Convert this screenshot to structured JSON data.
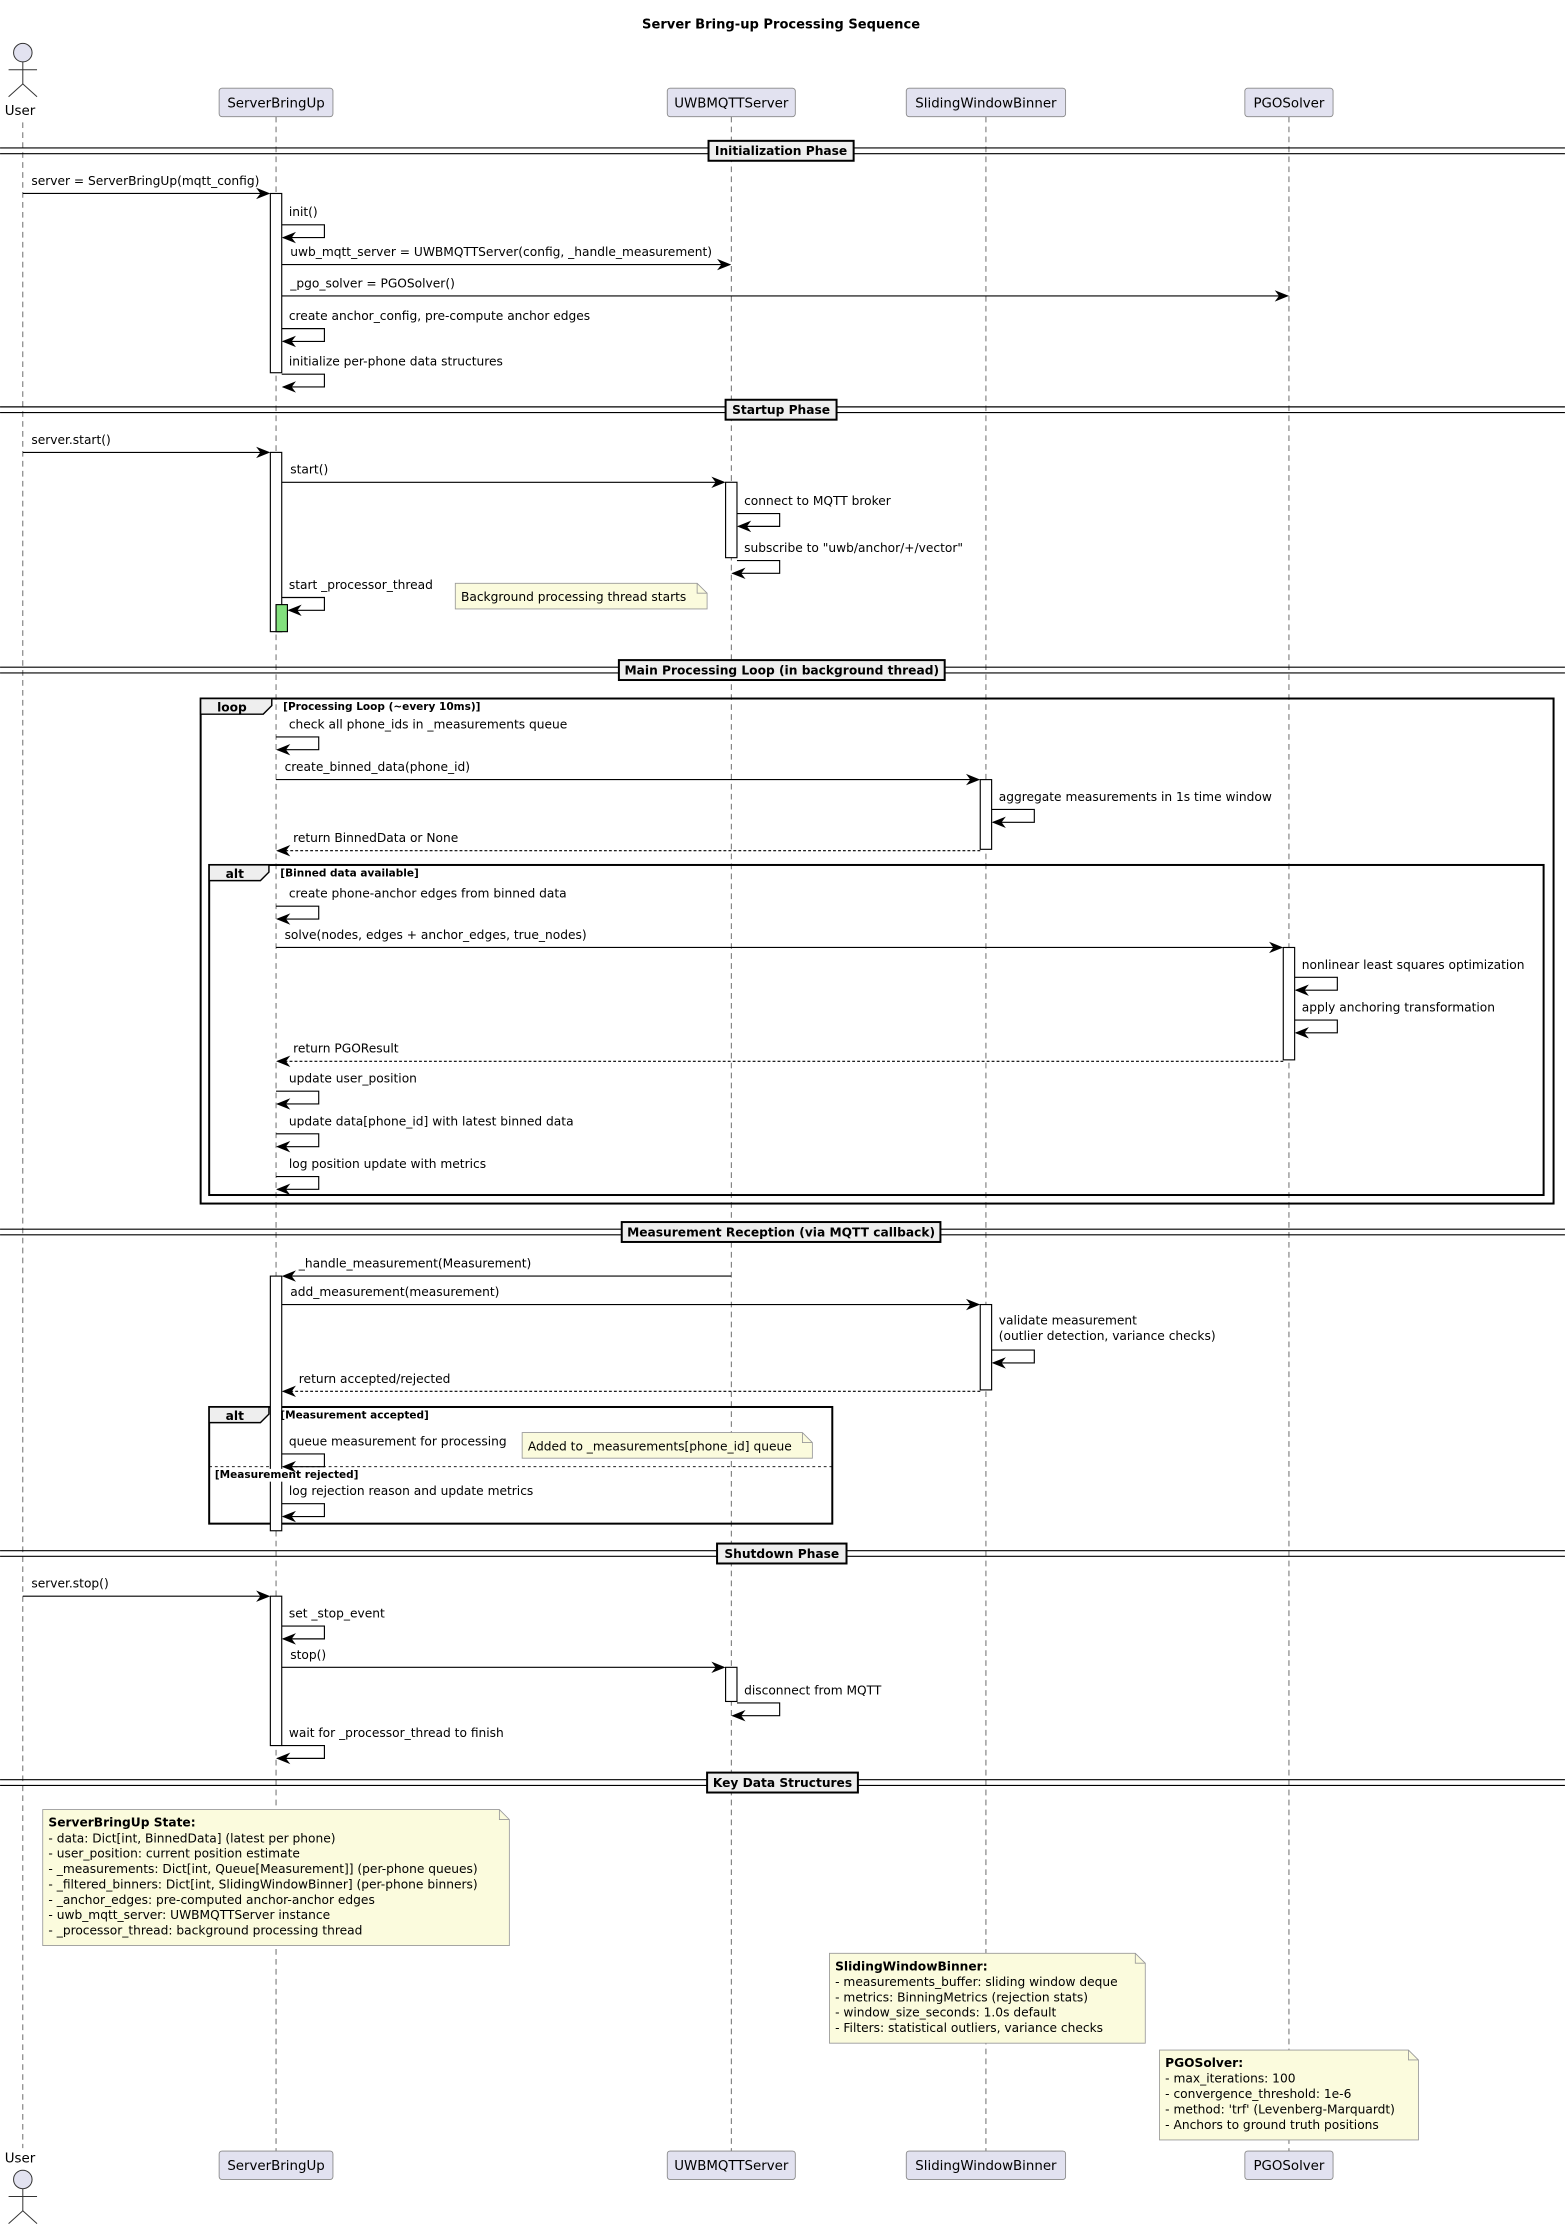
{
  "title": "Server Bring-up Processing Sequence",
  "actor": {
    "name": "User"
  },
  "participants": [
    "ServerBringUp",
    "UWBMQTTServer",
    "SlidingWindowBinner",
    "PGOSolver"
  ],
  "colors": {
    "participant_fill": "#e2e2f0",
    "note_fill": "#fbfbdd",
    "active_thread": "#82e07d",
    "divider_fill": "#eeeeee"
  },
  "dividers": [
    "Initialization Phase",
    "Startup Phase",
    "Main Processing Loop (in background thread)",
    "Measurement Reception (via MQTT callback)",
    "Shutdown Phase",
    "Key Data Structures"
  ],
  "messages": [
    "server = ServerBringUp(mqtt_config)",
    "init()",
    "uwb_mqtt_server = UWBMQTTServer(config, _handle_measurement)",
    "_pgo_solver = PGOSolver()",
    "create anchor_config, pre-compute anchor edges",
    "initialize per-phone data structures",
    "server.start()",
    "start()",
    "connect to MQTT broker",
    "subscribe to \"uwb/anchor/+/vector\"",
    "start _processor_thread",
    "check all phone_ids in _measurements queue",
    "create_binned_data(phone_id)",
    "aggregate measurements in 1s time window",
    "return BinnedData or None",
    "create phone-anchor edges from binned data",
    "solve(nodes, edges + anchor_edges, true_nodes)",
    "nonlinear least squares optimization",
    "apply anchoring transformation",
    "return PGOResult",
    "update user_position",
    "update data[phone_id] with latest binned data",
    "log position update with metrics",
    "_handle_measurement(Measurement)",
    "add_measurement(measurement)",
    "validate measurement",
    "(outlier detection, variance checks)",
    "return accepted/rejected",
    "queue measurement for processing",
    "log rejection reason and update metrics",
    "server.stop()",
    "set _stop_event",
    "stop()",
    "disconnect from MQTT",
    "wait for _processor_thread to finish"
  ],
  "frames": [
    {
      "kind": "loop",
      "condition": "[Processing Loop (~every 10ms)]"
    },
    {
      "kind": "alt",
      "condition": "[Binned data available]"
    },
    {
      "kind": "alt",
      "condition": "[Measurement accepted]",
      "else_condition": "[Measurement rejected]"
    }
  ],
  "inline_notes": [
    "Background processing thread starts",
    "Added to _measurements[phone_id] queue"
  ],
  "notes": [
    {
      "title": "ServerBringUp State:",
      "lines": [
        "- data: Dict[int, BinnedData] (latest per phone)",
        "- user_position: current position estimate",
        "- _measurements: Dict[int, Queue[Measurement]] (per-phone queues)",
        "- _filtered_binners: Dict[int, SlidingWindowBinner] (per-phone binners)",
        "- _anchor_edges: pre-computed anchor-anchor edges",
        "- uwb_mqtt_server: UWBMQTTServer instance",
        "- _processor_thread: background processing thread"
      ]
    },
    {
      "title": "SlidingWindowBinner:",
      "lines": [
        "- measurements_buffer: sliding window deque",
        "- metrics: BinningMetrics (rejection stats)",
        "- window_size_seconds: 1.0s default",
        "- Filters: statistical outliers, variance checks"
      ]
    },
    {
      "title": "PGOSolver:",
      "lines": [
        "- max_iterations: 100",
        "- convergence_threshold: 1e-6",
        "- method: 'trf' (Levenberg-Marquardt)",
        "- Anchors to ground truth positions"
      ]
    }
  ]
}
